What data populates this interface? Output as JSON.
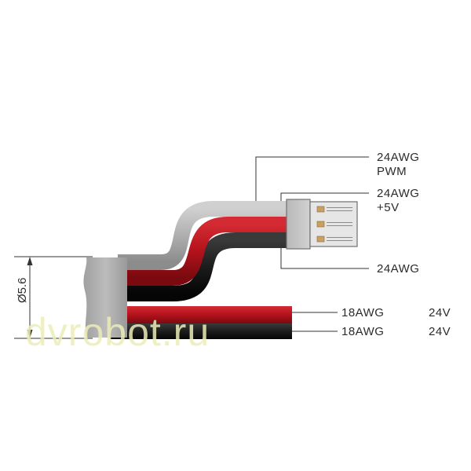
{
  "diagram": {
    "dimension_label": "Ø5.6",
    "watermark": "dvrobot.ru",
    "labels": {
      "pwm_gauge": "24AWG",
      "pwm_signal": "PWM",
      "v5_gauge": "24AWG",
      "v5_signal": "+5V",
      "gnd_gauge": "24AWG",
      "power_red_gauge": "18AWG",
      "power_red_voltage": "24V",
      "power_black_gauge": "18AWG",
      "power_black_voltage": "24V"
    },
    "colors": {
      "grey_wire": "#aaaaaa",
      "red_wire": "#b3121c",
      "black_wire": "#1c1c1c",
      "sheath": "#b0b0b0",
      "connector": "#c4c4c4",
      "pin": "#c9a064"
    }
  }
}
